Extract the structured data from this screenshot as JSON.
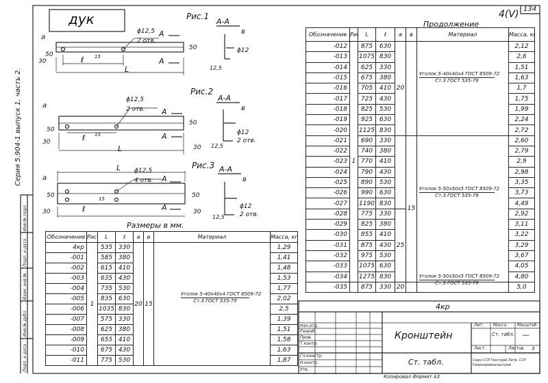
{
  "sheet": {
    "code": "дук",
    "page_number": "134",
    "stamp": "4(V)",
    "continuation": "Продолжение",
    "sizes_label": "Размеры в мм.",
    "series": "Серия 5.904-1  выпуск 1, часть 2."
  },
  "figures": [
    {
      "title": "Рис.1",
      "section": "А-А",
      "dims": {
        "top": "а",
        "left1": "50",
        "left2": "30",
        "l": "ℓ",
        "L": "L",
        "hole": "ϕ12,5",
        "holes": "2 отв.",
        "angle_s": "в",
        "angle_d": "ϕ12",
        "angle_h": "12,5",
        "right": "50",
        "d15": "15",
        "cut": "А"
      }
    },
    {
      "title": "Рис.2",
      "section": "А-А",
      "dims": {
        "top": "а",
        "left1": "50",
        "left2": "30",
        "l": "ℓ",
        "L": "L",
        "hole": "ϕ12,5",
        "holes": "2 отв.",
        "angle_s": "в",
        "angle_d": "ϕ12",
        "angle_h": "12,5",
        "holes2": "2 отв.",
        "right": "50",
        "bot": "30",
        "d15": "15",
        "cut": "А"
      }
    },
    {
      "title": "Рис.3",
      "section": "А-А",
      "dims": {
        "top": "а",
        "left1": "50",
        "left2": "30",
        "l": "ℓ",
        "L": "L",
        "hole": "ϕ12,5",
        "holes": "4 отв.",
        "angle_s": "в",
        "angle_d": "ϕ12",
        "angle_h": "12,5",
        "holes2": "2 отв.",
        "right": "50",
        "bot": "30",
        "d15": "15",
        "cut": "А"
      }
    }
  ],
  "left_table": {
    "headers": [
      "Обозначение",
      "Рис.",
      "L",
      "ℓ",
      "а",
      "в",
      "Материал",
      "Масса, кг"
    ],
    "fig": "1",
    "a": "20",
    "b": "15",
    "material_top": "Уголок 5-40х40х4 ГОСТ 8509-72",
    "material_bottom": "Ст.3 ГОСТ 535-79",
    "rows": [
      {
        "des": "4кр",
        "L": "535",
        "l": "330",
        "m": "1,29"
      },
      {
        "des": "-001",
        "L": "585",
        "l": "380",
        "m": "1,41"
      },
      {
        "des": "-002",
        "L": "615",
        "l": "410",
        "m": "1,48"
      },
      {
        "des": "-003",
        "L": "635",
        "l": "430",
        "m": "1,53"
      },
      {
        "des": "-004",
        "L": "735",
        "l": "530",
        "m": "1,77"
      },
      {
        "des": "-005",
        "L": "835",
        "l": "630",
        "m": "2,02"
      },
      {
        "des": "-006",
        "L": "1035",
        "l": "830",
        "m": "2,5"
      },
      {
        "des": "-007",
        "L": "575",
        "l": "330",
        "m": "1,39"
      },
      {
        "des": "-008",
        "L": "625",
        "l": "380",
        "m": "1,51"
      },
      {
        "des": "-009",
        "L": "655",
        "l": "410",
        "m": "1,58"
      },
      {
        "des": "-010",
        "L": "675",
        "l": "430",
        "m": "1,63"
      },
      {
        "des": "-011",
        "L": "775",
        "l": "530",
        "m": "1,87"
      }
    ]
  },
  "right_table": {
    "headers": [
      "Обозначение",
      "Рис.",
      "L",
      "ℓ",
      "а",
      "в",
      "Материал",
      "Масса, кг"
    ],
    "fig": "1",
    "a_values": [
      "20",
      "25",
      "20"
    ],
    "b_value": "15",
    "materials": [
      {
        "top": "Уголок 5-40х40х4 ГОСТ 8509-72",
        "bottom": "Ст.3 ГОСТ 535-79"
      },
      {
        "top": "Уголок 5-50х50х5 ГОСТ 8509-72",
        "bottom": "Ст.3 ГОСТ 535-79"
      },
      {
        "top": "Уголок 5-50х50х5 ГОСТ 8509-72",
        "bottom": "Ст.3 ГОСТ 535-79"
      }
    ],
    "rows": [
      {
        "des": "-012",
        "L": "875",
        "l": "630",
        "m": "2,12"
      },
      {
        "des": "-013",
        "L": "1075",
        "l": "830",
        "m": "2,6"
      },
      {
        "des": "-014",
        "L": "625",
        "l": "330",
        "m": "1,51"
      },
      {
        "des": "-015",
        "L": "675",
        "l": "380",
        "m": "1,63"
      },
      {
        "des": "-016",
        "L": "705",
        "l": "410",
        "m": "1,7"
      },
      {
        "des": "-017",
        "L": "725",
        "l": "430",
        "m": "1,75"
      },
      {
        "des": "-018",
        "L": "825",
        "l": "530",
        "m": "1,99"
      },
      {
        "des": "-019",
        "L": "925",
        "l": "630",
        "m": "2,24"
      },
      {
        "des": "-020",
        "L": "1125",
        "l": "830",
        "m": "2,72"
      },
      {
        "des": "-021",
        "L": "690",
        "l": "330",
        "m": "2,60"
      },
      {
        "des": "-022",
        "L": "740",
        "l": "380",
        "m": "2,79"
      },
      {
        "des": "-023",
        "L": "770",
        "l": "410",
        "m": "2,9"
      },
      {
        "des": "-024",
        "L": "790",
        "l": "430",
        "m": "2,98"
      },
      {
        "des": "-025",
        "L": "890",
        "l": "530",
        "m": "3,35"
      },
      {
        "des": "-026",
        "L": "990",
        "l": "630",
        "m": "3,73"
      },
      {
        "des": "-027",
        "L": "1190",
        "l": "830",
        "m": "4,49"
      },
      {
        "des": "-028",
        "L": "775",
        "l": "330",
        "m": "2,92"
      },
      {
        "des": "-029",
        "L": "825",
        "l": "380",
        "m": "3,11"
      },
      {
        "des": "-030",
        "L": "855",
        "l": "410",
        "m": "3,22"
      },
      {
        "des": "-031",
        "L": "875",
        "l": "430",
        "m": "3,29"
      },
      {
        "des": "-032",
        "L": "975",
        "l": "530",
        "m": "3,67"
      },
      {
        "des": "-033",
        "L": "1075",
        "l": "630",
        "m": "4,05"
      },
      {
        "des": "-034",
        "L": "1275",
        "l": "830",
        "m": "4,80"
      },
      {
        "des": "-035",
        "L": "875",
        "l": "330",
        "m": "5,0"
      }
    ]
  },
  "title_block": {
    "doc_code": "4кр",
    "name": "Кронштейн",
    "material": "Ст. табл.",
    "col_lit": "Лит.",
    "col_mass": "Масса",
    "col_scale": "Масштаб",
    "mass_value": "Ст. табл.",
    "scale_value": "—",
    "sheet_label": "Лист",
    "sheets_label": "Листов",
    "sheets_value": "3",
    "org": "Союз ССР Госстрой Латв. ССР Гипропромсельстрой",
    "roles": [
      "Нач.отд.",
      "Разраб.",
      "Пров.",
      "Т.контр.",
      "Гл.констр.",
      "Н.контр.",
      "Утв."
    ],
    "left_strip": [
      "Инв.№ подл.",
      "Подп. и дата",
      "Взам. инв.№",
      "Инв.№ дубл.",
      "Подп. и дата"
    ],
    "footer": "Копировал        Формат А3"
  }
}
